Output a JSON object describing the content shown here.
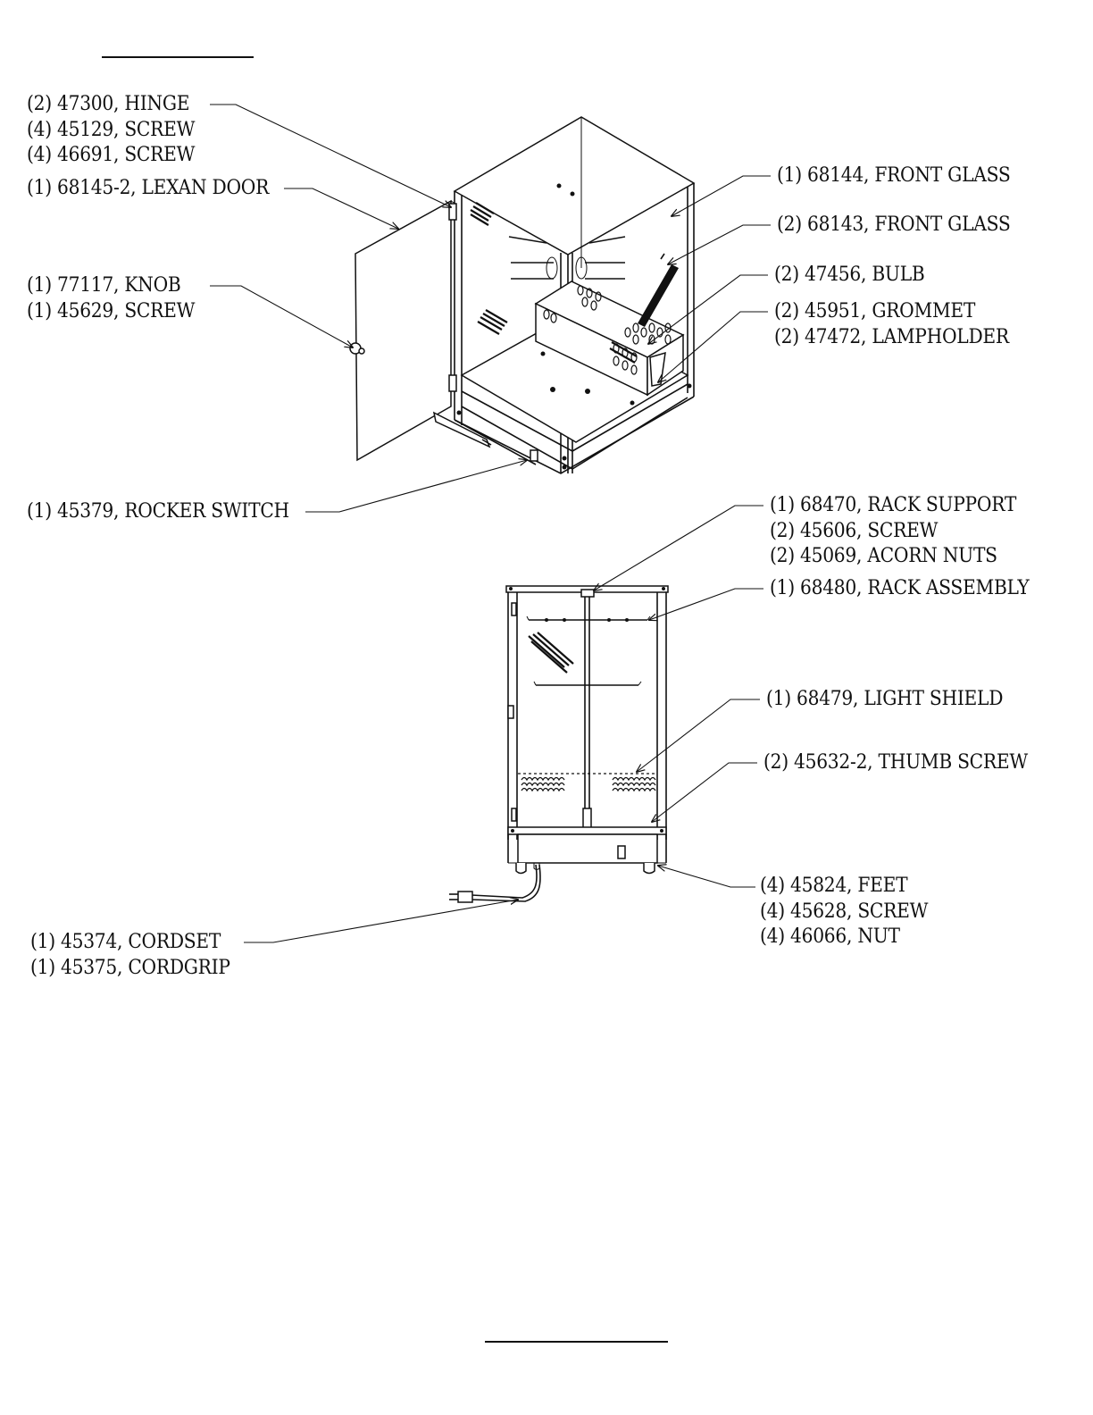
{
  "callouts": {
    "hinge_group": [
      "(2) 47300, HINGE",
      "(4) 45129, SCREW",
      "(4) 46691, SCREW"
    ],
    "lexan_door": "(1) 68145-2, LEXAN DOOR",
    "knob_group": [
      "(1) 77117, KNOB",
      "(1) 45629, SCREW"
    ],
    "rocker_switch": "(1) 45379, ROCKER SWITCH",
    "front_glass_1": "(1) 68144, FRONT GLASS",
    "front_glass_2": "(2) 68143, FRONT GLASS",
    "bulb": "(2) 47456, BULB",
    "grommet_group": [
      "(2) 45951, GROMMET",
      "(2) 47472, LAMPHOLDER"
    ],
    "rack_support_group": [
      "(1) 68470, RACK SUPPORT",
      "(2) 45606, SCREW",
      "(2) 45069, ACORN NUTS"
    ],
    "rack_assembly": "(1) 68480, RACK ASSEMBLY",
    "light_shield": "(1) 68479, LIGHT SHIELD",
    "thumb_screw": "(2) 45632-2, THUMB SCREW",
    "feet_group": [
      "(4) 45824, FEET",
      "(4) 45628, SCREW",
      "(4) 46066, NUT"
    ],
    "cordset_group": [
      "(1) 45374, CORDSET",
      "(1) 45375, CORDGRIP"
    ]
  }
}
